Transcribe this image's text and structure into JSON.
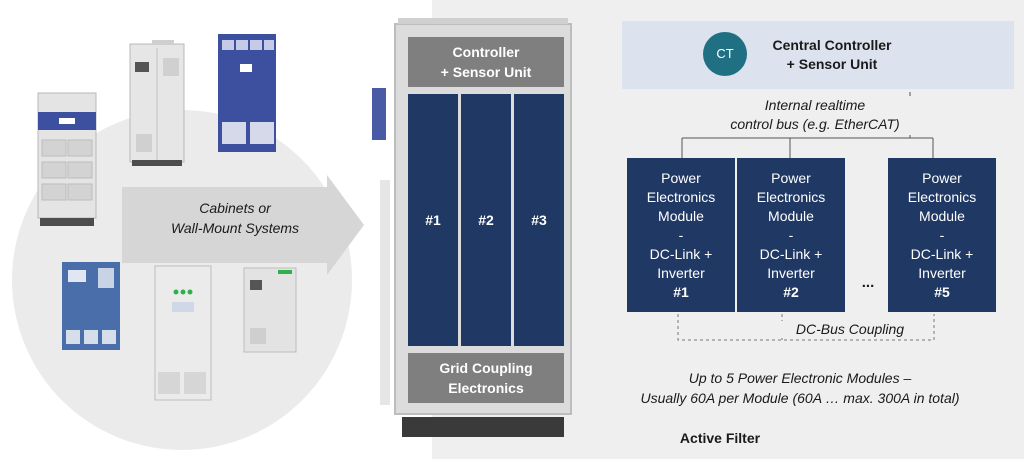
{
  "arrow": {
    "line1": "Cabinets or",
    "line2": "Wall-Mount Systems"
  },
  "cabinet": {
    "controller": {
      "line1": "Controller",
      "line2": "+ Sensor Unit"
    },
    "slots": [
      "#1",
      "#2",
      "#3"
    ],
    "grid": {
      "line1": "Grid Coupling",
      "line2": "Electronics"
    }
  },
  "central": {
    "badge": "CT",
    "line1": "Central Controller",
    "line2": "+ Sensor Unit"
  },
  "bus": {
    "line1": "Internal realtime",
    "line2": "control bus (e.g. EtherCAT)"
  },
  "modules": [
    {
      "l1": "Power",
      "l2": "Electronics",
      "l3": "Module",
      "l4": "-",
      "l5": "DC-Link +",
      "l6": "Inverter",
      "num": "#1"
    },
    {
      "l1": "Power",
      "l2": "Electronics",
      "l3": "Module",
      "l4": "-",
      "l5": "DC-Link +",
      "l6": "Inverter",
      "num": "#2"
    },
    {
      "l1": "Power",
      "l2": "Electronics",
      "l3": "Module",
      "l4": "-",
      "l5": "DC-Link +",
      "l6": "Inverter",
      "num": "#5"
    }
  ],
  "ellipsis": "...",
  "dc_bus": "DC-Bus Coupling",
  "summary": {
    "line1": "Up to 5 Power Electronic Modules –",
    "line2": "Usually 60A per Module (60A … max. 300A in total)"
  },
  "caption": "Active Filter",
  "colors": {
    "navy": "#1f3864",
    "gray": "#7f7f7f",
    "teal": "#1e7082",
    "light_blue": "#dde3ee",
    "bus_blue": "#3d4f9f"
  }
}
